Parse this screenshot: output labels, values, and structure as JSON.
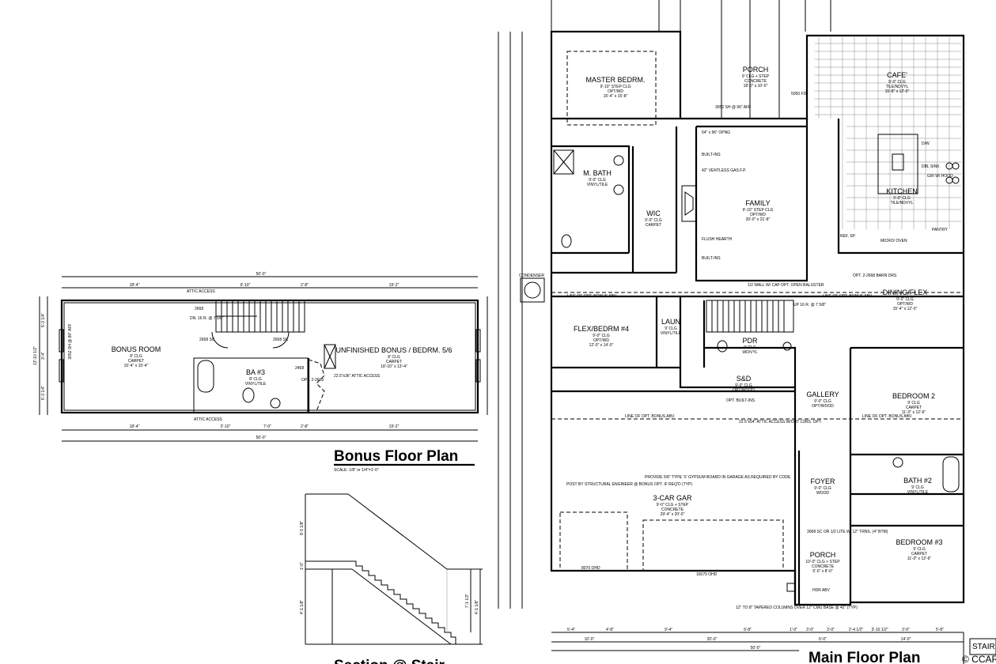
{
  "bonus_plan": {
    "title": "Bonus Floor Plan",
    "scale": "SCALE: 1/8\" or 1/4\"=1'-0\"",
    "rooms": {
      "bonus_room": {
        "name": "BONUS ROOM",
        "lines": [
          "8' CLG",
          "CARPET",
          "15'-4\" x 15'-4\""
        ]
      },
      "ba3": {
        "name": "BA #3",
        "lines": [
          "8' CLG",
          "VINYL/TILE"
        ]
      },
      "unfinished": {
        "name": "UNFINISHED BONUS / BEDRM. 5/6",
        "lines": [
          "8' CLG",
          "CARPET",
          "18'-10\" x 13'-4\""
        ]
      }
    },
    "notes": {
      "attic_top": "ATTIC ACCESS",
      "attic_bottom": "ATTIC ACCESS",
      "door_2668": "2668",
      "stair_dn": "DN. 16 R. @ 7 5/8\"",
      "door_sc1": "2668 SC",
      "door_sc2": "2668 SC",
      "door_2468": "2468",
      "opt_door": "OPT. 2-2668",
      "attic_hatch": "22.5\"x36\" ATTIC ACCESS"
    },
    "dims_top": [
      "50'-0\"",
      "18'-4\"",
      "9'-10\"",
      "2'-8\"",
      "19'-2\""
    ],
    "dims_bottom": [
      "18'-4\"",
      "2'-10\"",
      "7'-0\"",
      "2'-8\"",
      "19'-2\"",
      "50'-0\""
    ],
    "dims_left": [
      "5'-3 1/4\"",
      "3'-4\"",
      "5'-3 1/4\"",
      "13'-10 1/2\""
    ],
    "window_label": "3052 SH @ 80\" AFF"
  },
  "section": {
    "title": "Section @ Stair",
    "dims": [
      "9'-1 1/8\"",
      "1'-0\"",
      "4'-1 1/8\"",
      "7'-1 1/2\"",
      "4'-1 1/8\""
    ]
  },
  "main_plan": {
    "title": "Main Floor Plan",
    "rooms": [
      {
        "name": "MASTER BEDRM.",
        "lines": [
          "9'-10\" STEP CLG",
          "OPT/WD",
          "15'-4\" x 15'-8\""
        ]
      },
      {
        "name": "PORCH",
        "lines": [
          "9' CLG + STEP",
          "CONCRETE",
          "18'-0\" x 10'-0\""
        ]
      },
      {
        "name": "CAFE'",
        "lines": [
          "9'-0\" CLG",
          "TILE/NDVYL",
          "15'-8\" x 12'-0\""
        ]
      },
      {
        "name": "M. BATH",
        "lines": [
          "9'-0\" CLG",
          "VINYL/TILE"
        ]
      },
      {
        "name": "WIC",
        "lines": [
          "9'-0\" CLG",
          "CARPET"
        ]
      },
      {
        "name": "FAMILY",
        "lines": [
          "9'-10\" STEP CLG",
          "OPT/WD",
          "20'-0\" x 21'-8\""
        ]
      },
      {
        "name": "KITCHEN",
        "lines": [
          "9'-0\" CLG",
          "TILE/NDVYL"
        ]
      },
      {
        "name": "DINING/FLEX",
        "lines": [
          "9'-0\" CLG",
          "OPT/WD",
          "15'-4\" x 12'-0\""
        ]
      },
      {
        "name": "FLEX/BEDRM #4",
        "lines": [
          "9'-0\" CLG",
          "OPT/WD",
          "12'-0\" x 14'-0\""
        ]
      },
      {
        "name": "LAUN",
        "lines": [
          "9' CLG",
          "VINYL/TILE"
        ]
      },
      {
        "name": "PDR",
        "lines": [
          "9' CLG",
          "WD/VYL"
        ]
      },
      {
        "name": "S&D",
        "lines": [
          "9'-0\" CLG",
          "OPT/WOOD"
        ]
      },
      {
        "name": "GALLERY",
        "lines": [
          "9'-0\" CLG",
          "OPT/WOOD"
        ]
      },
      {
        "name": "BEDROOM 2",
        "lines": [
          "9' CLG",
          "CARPET",
          "11'-0\" x 12'-6\""
        ]
      },
      {
        "name": "3-CAR GAR",
        "lines": [
          "9'-0\" CLG + STEP",
          "CONCRETE",
          "29'-4\" x 20'-0\""
        ]
      },
      {
        "name": "FOYER",
        "lines": [
          "9'-0\" CLG",
          "WOOD"
        ]
      },
      {
        "name": "BATH #2",
        "lines": [
          "9' CLG",
          "VINYL/TILE"
        ]
      },
      {
        "name": "BEDROOM #3",
        "lines": [
          "9' CLG",
          "CARPET",
          "11'-0\" x 12'-6\""
        ]
      },
      {
        "name": "PORCH",
        "lines": [
          "10'-0\" CLG + STEP",
          "CONCRETE",
          "6'-0\" x 8'-0\""
        ]
      }
    ],
    "notes": {
      "gas_fp": "42\" VENTLESS GAS F.P.",
      "built_ins1": "BUILT-INS",
      "built_ins2": "BUILT-INS",
      "flush_hearth": "FLUSH HEARTH",
      "opening": "54\" x 96\" OPNG",
      "half_wall": "1/2 WALL W/ CAP OPT. OPEN BALUSTER",
      "barn": "OPT. 2-2668 BARN DRS",
      "bonus_line1": "LINE OF OPT. BONUS ABV.",
      "bonus_line2": "LINE OF OPT. BONUS ABV.",
      "bonus_line3": "LINE OF OPT. BONUS ABV.",
      "bonus_line4": "LINE OF OPT. BONUS ABV.",
      "attic_access": "22.5\"x54\" ATTIC ACCESS W/OUT LDRS. OPT.",
      "gypsum": "PROVIDE 5/8\" TYPE 'X' GYPSUM BOARD IN GARAGE AS REQUIRED BY CODE",
      "post": "POST BY STRUCTURAL ENGINEER @ BONUS OPT. IF REQ'D (TYP)",
      "garage_door1": "8070 OHD",
      "garage_door2": "16070 OHD",
      "column": "12\" TO 8\" TAPERED COLUMNS OVER 12\" CMU BASE @ 42\" (TYP)",
      "front_door": "3068 SC OR 1/2 LITE W/ 12\" TRNS. (4\" BTM)",
      "hdr_abv": "HDR ABV",
      "opt_built_ins": "OPT. BUILT-INS",
      "dw": "D/W",
      "sink": "DBL SINK",
      "hood": "G/R W/ HOOD",
      "micro": "MICRO/ OVEN",
      "pantry": "PANTRY",
      "ref": "REF. SP.",
      "condenser": "CONDENSER",
      "fd": "5050 FD",
      "window": "3052 SH @ 96\" AFF",
      "stair_up": "UP 16 R. @ 7 5/8\""
    },
    "dims_bottom_row1": [
      "5'-4\"",
      "4'-8\"",
      "9'-4\"",
      "9'-8\"",
      "1'-0\"",
      "3'-0\"",
      "3'-0\"",
      "2'-4 1/2\"",
      "3'-10 1/2\"",
      "3'-6\"",
      "5'-8\""
    ],
    "dims_bottom_row2": [
      "10'-0\"",
      "20'-0\"",
      "6'-0\"",
      "14'-0\""
    ],
    "dims_bottom_total": "50'-0\"",
    "copyright": "© CCAR",
    "stair_tag": "STAIR"
  }
}
